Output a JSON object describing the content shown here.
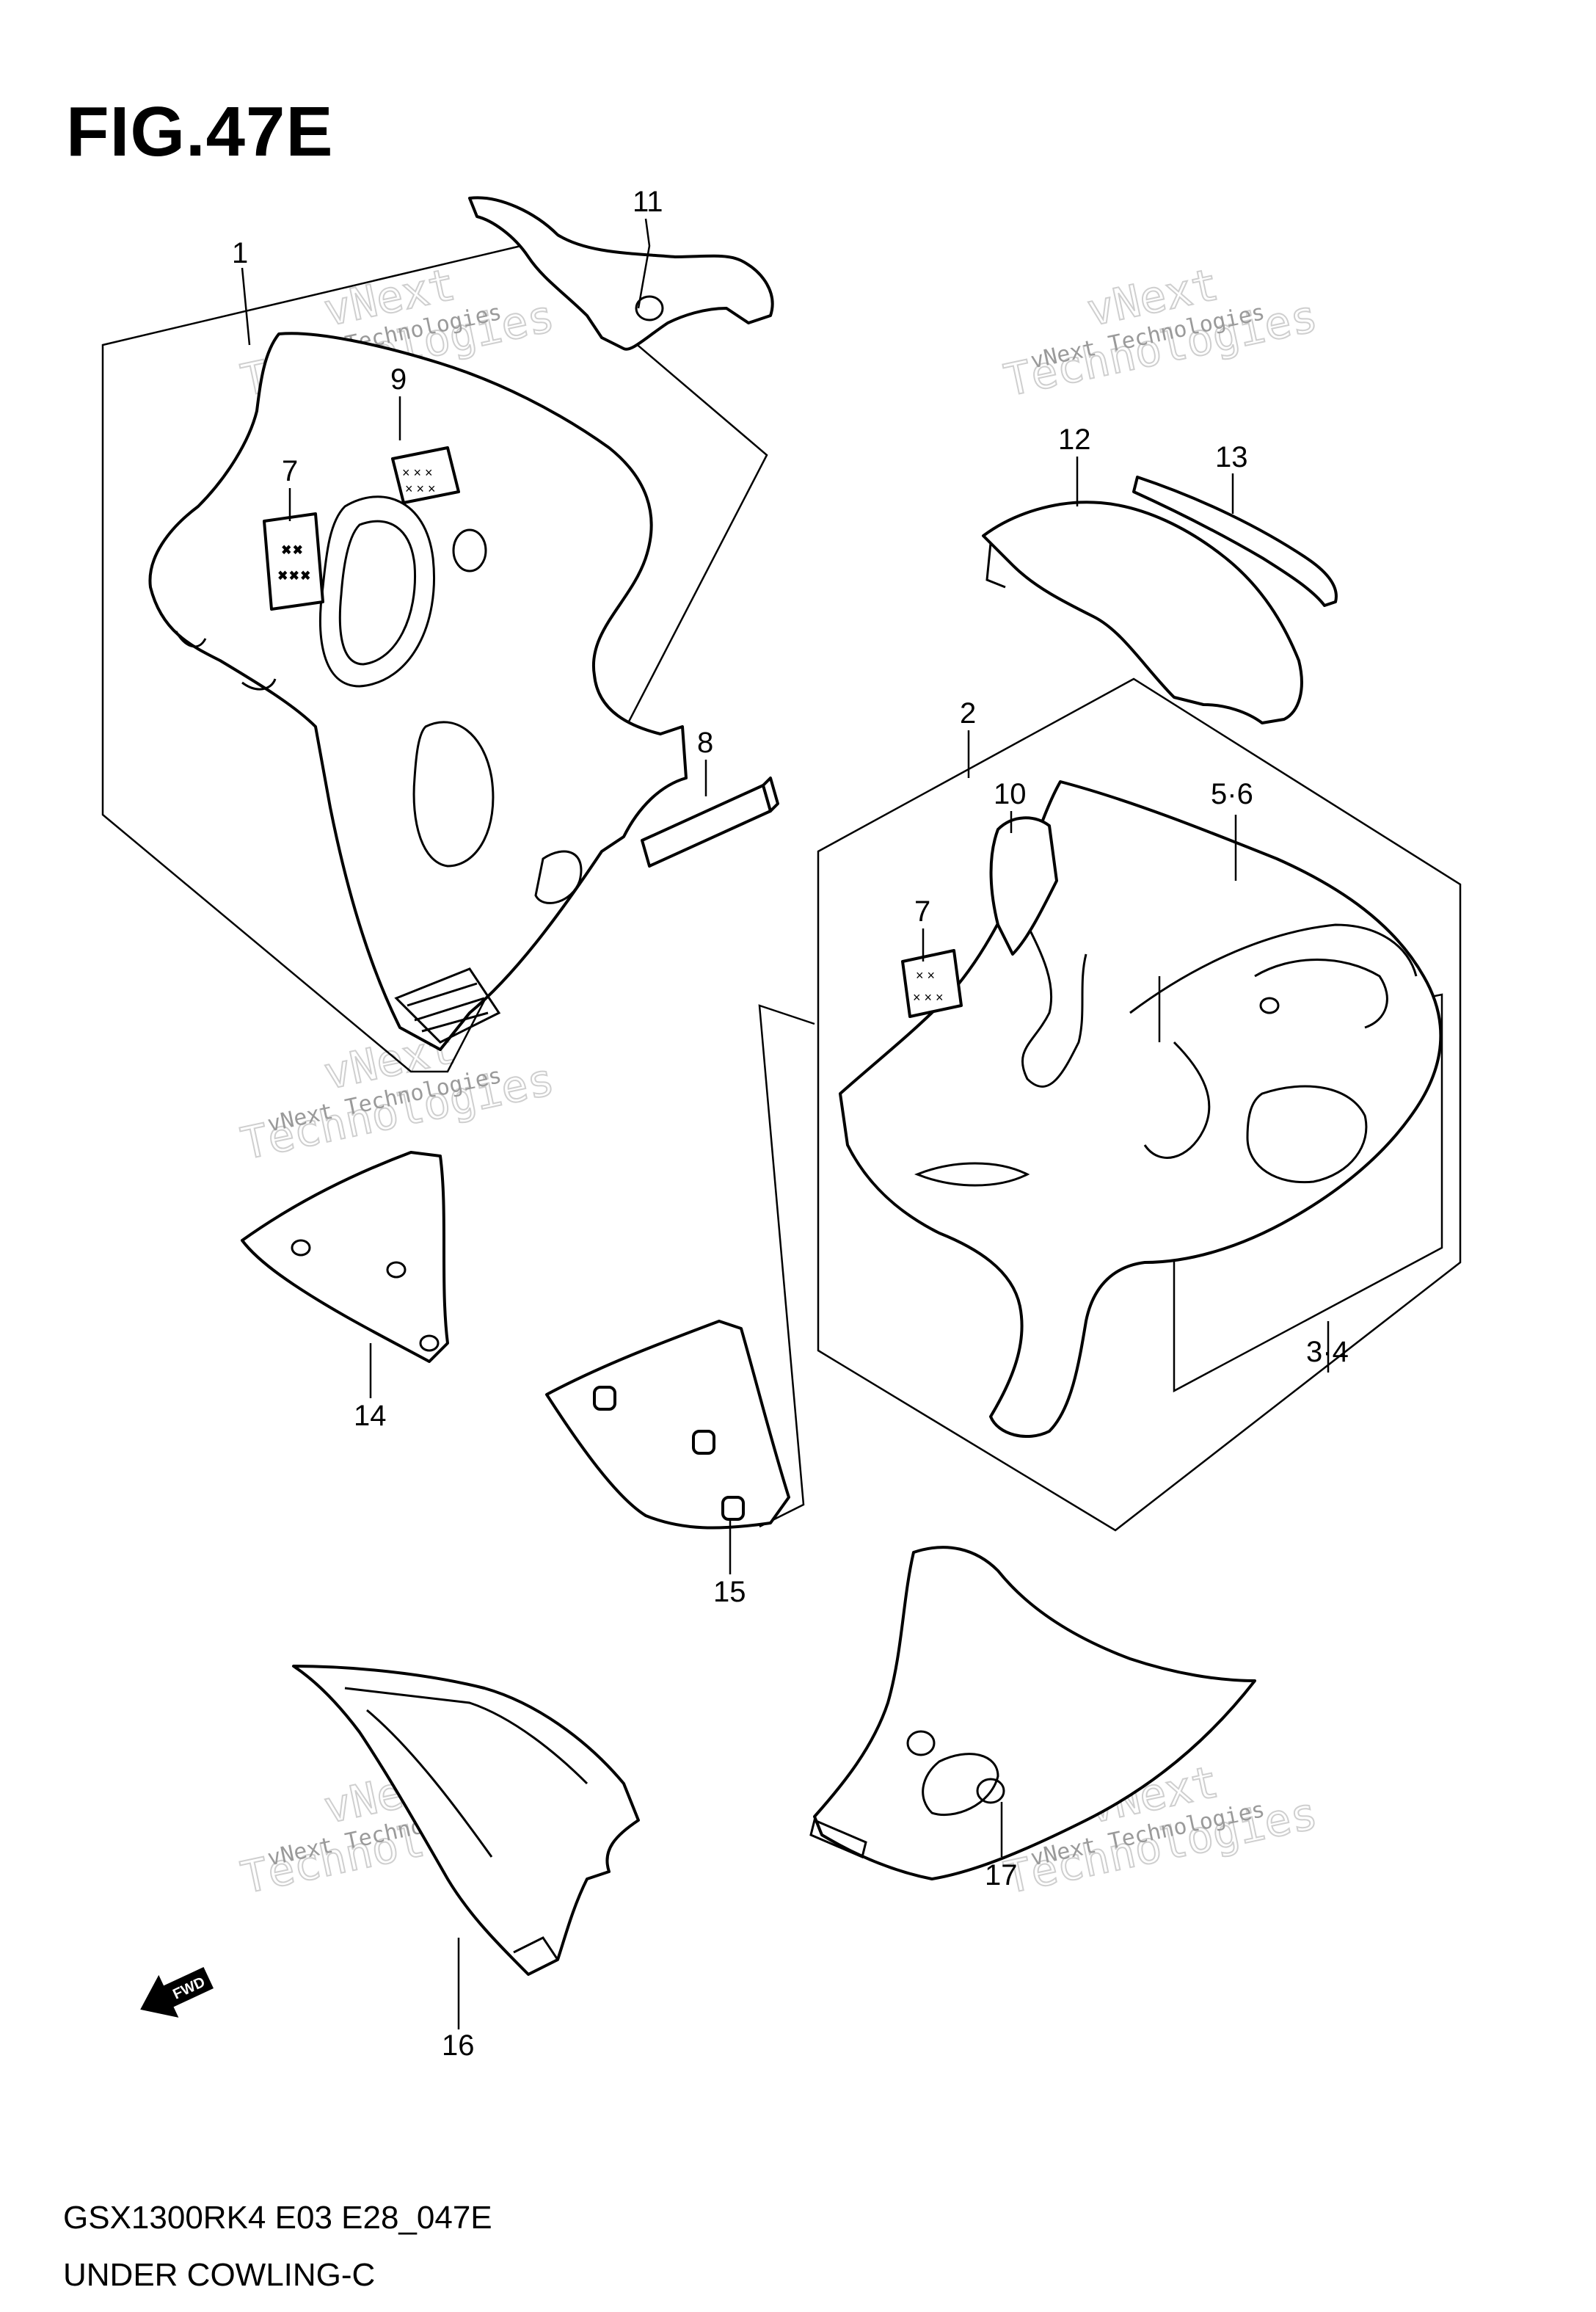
{
  "figure": {
    "title": "FIG.47E",
    "model_code": "GSX1300RK4 E03 E28_047E",
    "section": "UNDER COWLING-C"
  },
  "watermark": {
    "line1": "vNext Technologies",
    "line2": "vNext",
    "line3": "Technologies"
  },
  "fwd_label": "FWD",
  "callouts": {
    "c1": "1",
    "c2": "2",
    "c34": "3·4",
    "c56": "5·6",
    "c7a": "7",
    "c7b": "7",
    "c8": "8",
    "c9": "9",
    "c10": "10",
    "c11": "11",
    "c12": "12",
    "c13": "13",
    "c14": "14",
    "c15": "15",
    "c16": "16",
    "c17": "17"
  }
}
